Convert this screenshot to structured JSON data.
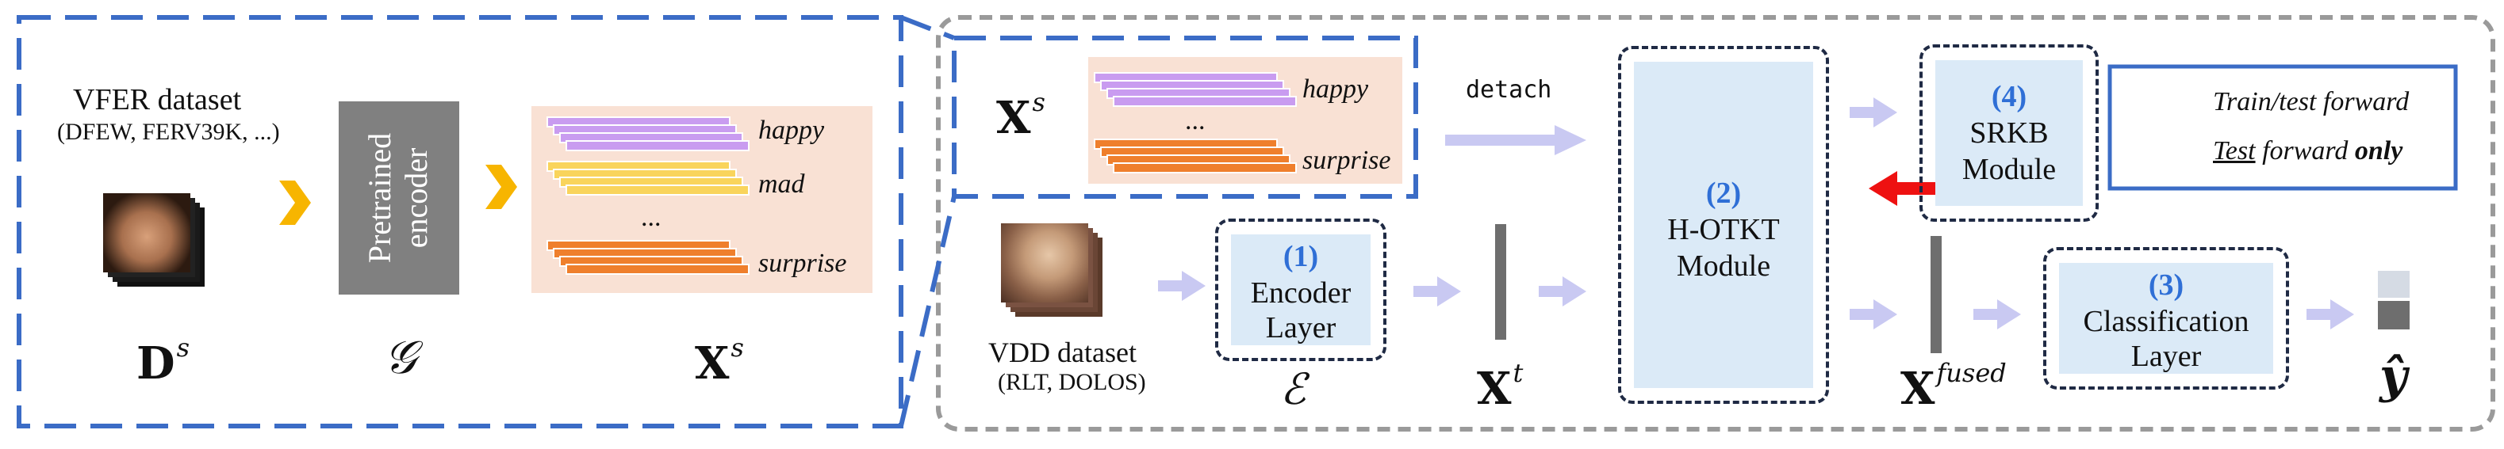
{
  "left_panel": {
    "dataset_title": "VFER dataset",
    "dataset_sub": "(DFEW, FERV39K, ...)",
    "ds_symbol": "D",
    "ds_sup": "s",
    "encoder_label": "Pretrained encoder",
    "g_symbol": "𝒢",
    "xs_symbol": "X",
    "xs_sup": "s",
    "class_labels": [
      "happy",
      "mad",
      "...",
      "surprise"
    ]
  },
  "right_panel": {
    "xs_symbol": "X",
    "xs_sup": "s",
    "class_labels": [
      "happy",
      "...",
      "surprise"
    ],
    "detach_label": "detach",
    "vdd_title": "VDD dataset",
    "vdd_sub": "(RLT, DOLOS)",
    "encoder_num": "(1)",
    "encoder_label_1": "Encoder",
    "encoder_label_2": "Layer",
    "e_symbol": "ℰ",
    "xt_symbol": "X",
    "xt_sup": "t",
    "hotkt_num": "(2)",
    "hotkt_label_1": "H-OTKT",
    "hotkt_label_2": "Module",
    "srkb_num": "(4)",
    "srkb_label_1": "SRKB",
    "srkb_label_2": "Module",
    "xfused_symbol": "X",
    "xfused_sup": "fused",
    "cls_num": "(3)",
    "cls_label_1": "Classification",
    "cls_label_2": "Layer",
    "y_symbol": "ŷ"
  },
  "legend": {
    "train_test": "Train/test forward",
    "test_word": "Test",
    "forward_word": " forward ",
    "only_word": "only"
  },
  "colors": {
    "blue_dash": "#3b6cc6",
    "gray_dash": "#9a9a9a",
    "arrow_light": "#c9c9f2",
    "arrow_red": "#ee1111",
    "arrow_orange": "#f7b500",
    "module_fill": "#dbeaf7",
    "peach": "#f9e1d4",
    "purple_bar": "#c99cf0",
    "yellow_bar": "#f9d45c",
    "orange_bar": "#ef7f2c",
    "encoder_gray": "#808080"
  }
}
